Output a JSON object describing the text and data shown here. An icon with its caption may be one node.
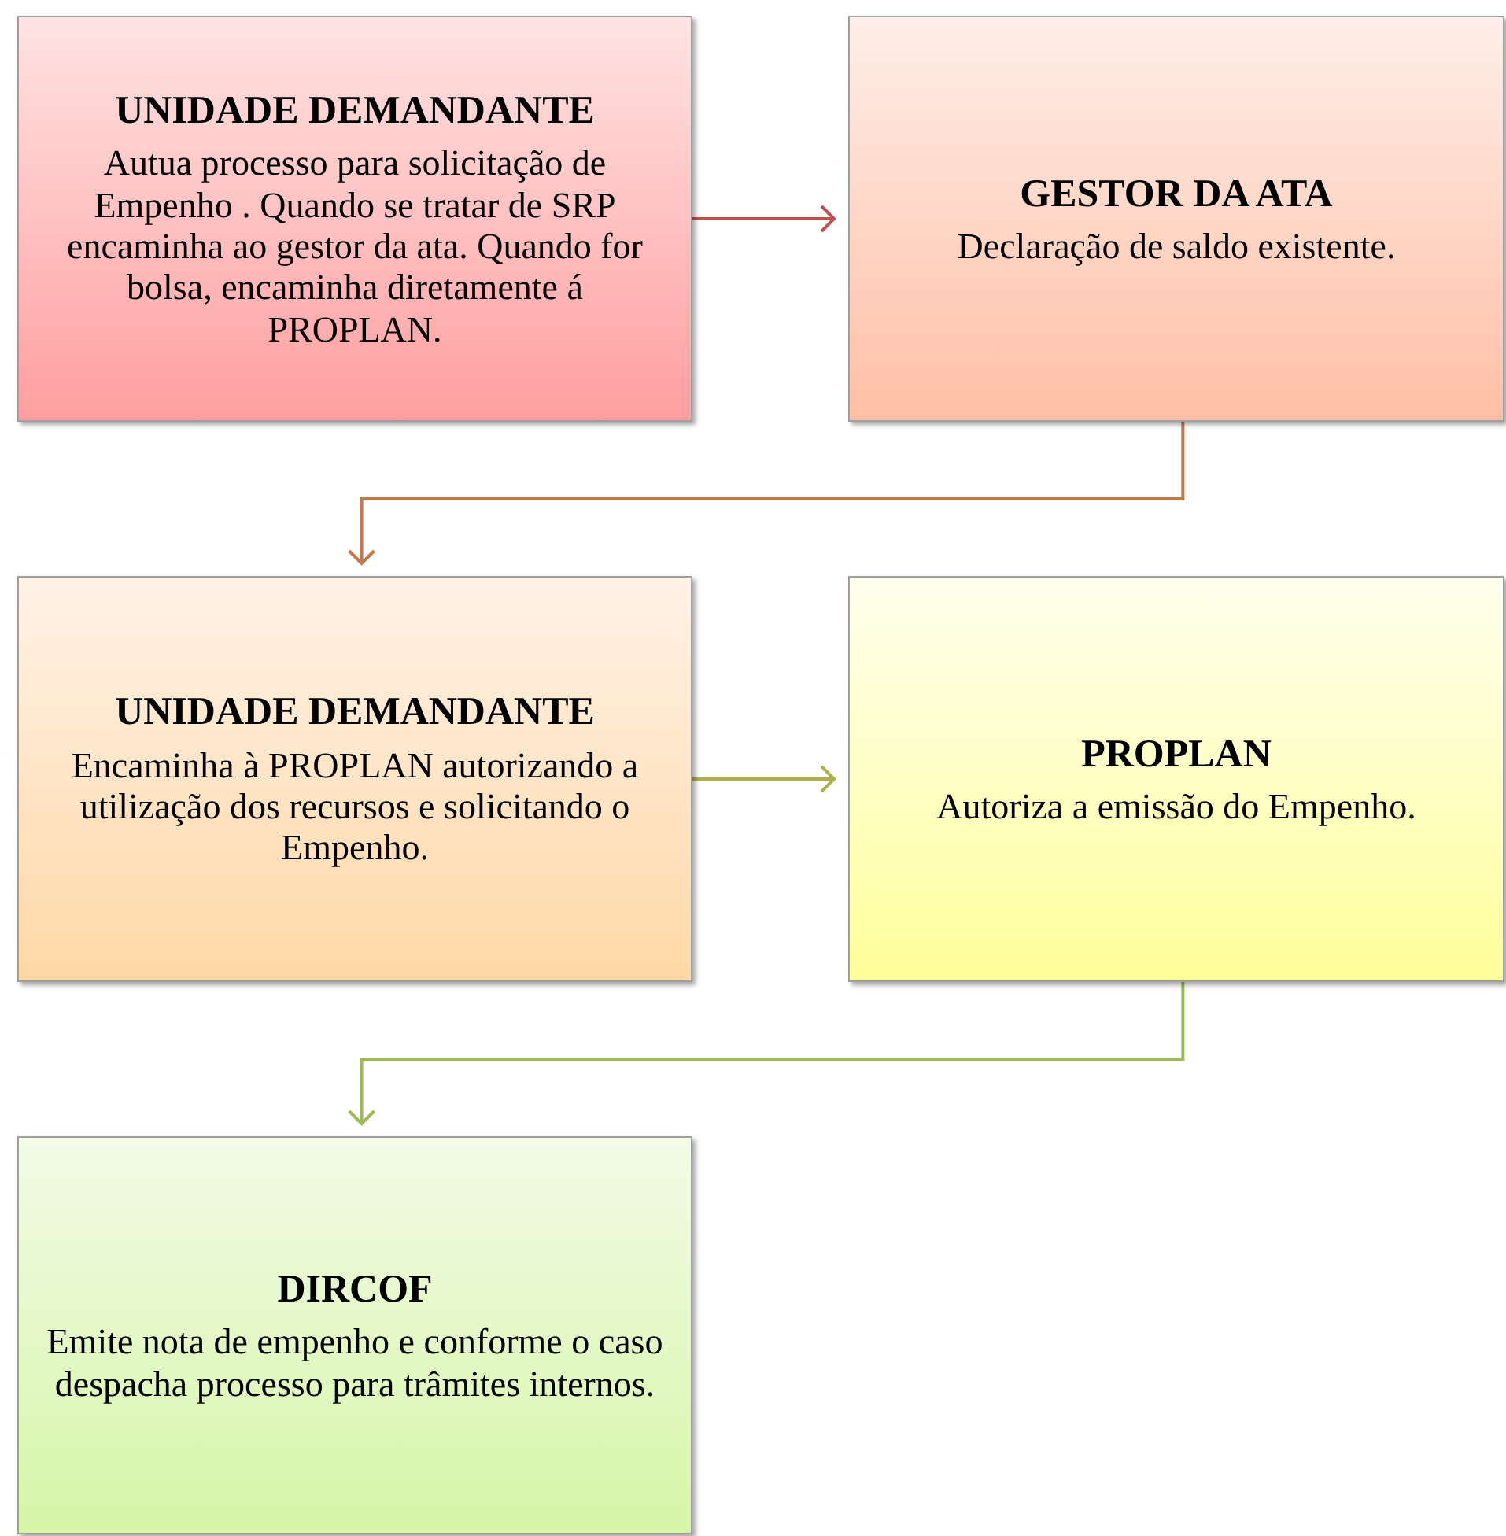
{
  "diagram": {
    "nodes": [
      {
        "text": [
          "UNIDADE DEMANDANTE",
          "Autua processo para solicitação de Empenho . Quando se tratar de SRP encaminha ao gestor da ata. Quando for bolsa, encaminha diretamente á PROPLAN."
        ]
      },
      {
        "text": [
          "GESTOR DA ATA",
          "Declaração de saldo existente."
        ]
      },
      {
        "text": [
          "UNIDADE DEMANDANTE",
          "Encaminha à PROPLAN autorizando a utilização dos recursos e solicitando o Empenho."
        ]
      },
      {
        "text": [
          "PROPLAN",
          "Autoriza a emissão do Empenho."
        ]
      },
      {
        "text": [
          "DIRCOF",
          "Emite nota de empenho e conforme o caso despacha processo para trâmites internos."
        ]
      }
    ],
    "edges": [
      {
        "from": 0,
        "to": 1,
        "arrow": "to",
        "color": "#c0504d"
      },
      {
        "from": 1,
        "to": 2,
        "arrow": "to",
        "color": "#c0784d"
      },
      {
        "from": 2,
        "to": 3,
        "arrow": "to",
        "color": "#b0b04d"
      },
      {
        "from": 3,
        "to": 4,
        "arrow": "to",
        "color": "#9bbb59"
      }
    ]
  }
}
